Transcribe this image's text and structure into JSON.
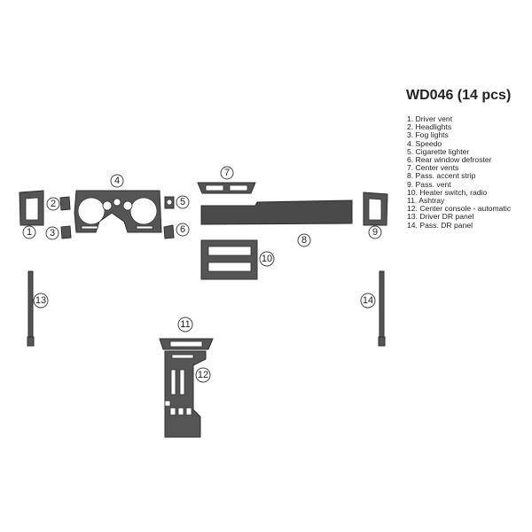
{
  "title": "WD046 (14 pcs)",
  "legend": [
    "1. Driver vent",
    "2. Headlights",
    "3. Fog lights",
    "4. Speedo",
    "5. Cigarette lighter",
    "6. Rear window defroster",
    "7. Center vents",
    "8. Pass. accent strip",
    "9. Pass. vent",
    "10. Heater switch, radio",
    "11. Ashtray",
    "12. Center console - automatic",
    "13. Driver DR panel",
    "14. Pass. DR panel"
  ],
  "callouts": [
    "1",
    "2",
    "3",
    "4",
    "5",
    "6",
    "7",
    "8",
    "9",
    "10",
    "11",
    "12",
    "13",
    "14"
  ],
  "colors": {
    "part_fill": "#555555",
    "outline": "#2e2e2e",
    "background": "#ffffff"
  }
}
